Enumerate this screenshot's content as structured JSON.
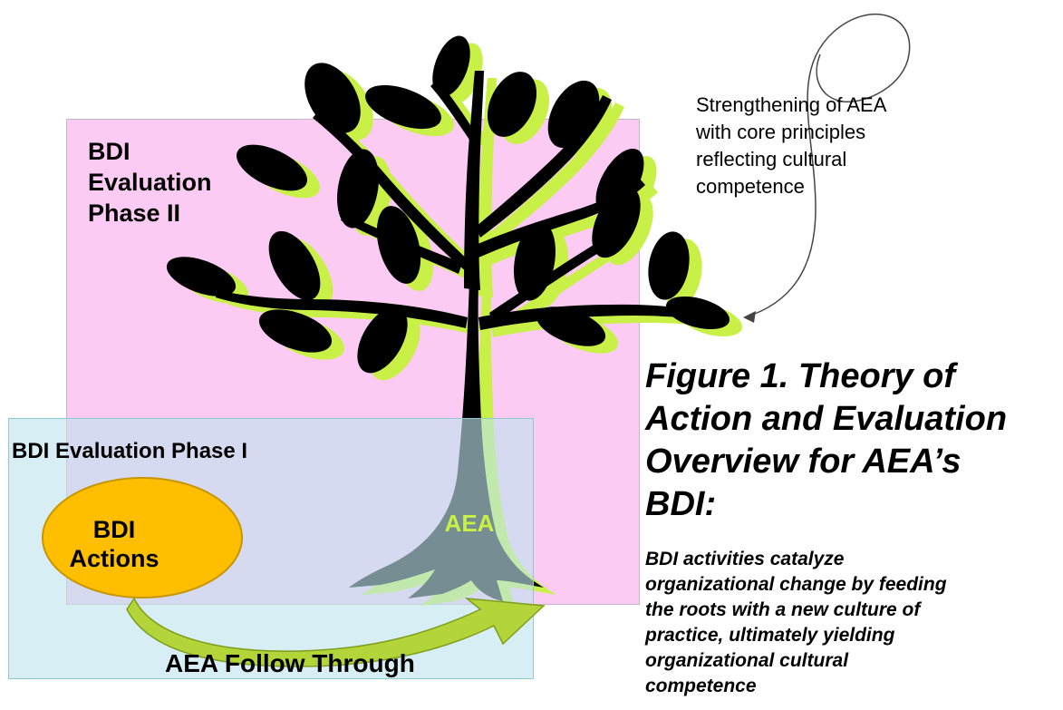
{
  "diagram": {
    "phase2_label": "BDI\nEvaluation\nPhase II",
    "phase1_label": "BDI Evaluation Phase I",
    "actions_label": "BDI\nActions",
    "tree_label": "AEA",
    "follow_through_label": "AEA Follow Through",
    "strengthening_note": "Strengthening of AEA\nwith core principles\nreflecting cultural\ncompetence"
  },
  "figure": {
    "title": "Figure 1.  Theory of\nAction and Evaluation\nOverview for AEA’s\nBDI:",
    "caption": "BDI activities catalyze\norganizational change by feeding\nthe roots with a new culture of\npractice, ultimately yielding\norganizational cultural\ncompetence"
  },
  "colors": {
    "phase2_fill": "#fccbf3",
    "phase1_fill": "#bee4ee",
    "actions_ellipse": "#ffbf00",
    "tree_shadow": "#c8f046",
    "tree": "#000000",
    "follow_arrow": "#a9cc2d"
  },
  "icons": [
    "tree-icon",
    "curved-arrow-icon",
    "follow-through-arrow-icon"
  ]
}
